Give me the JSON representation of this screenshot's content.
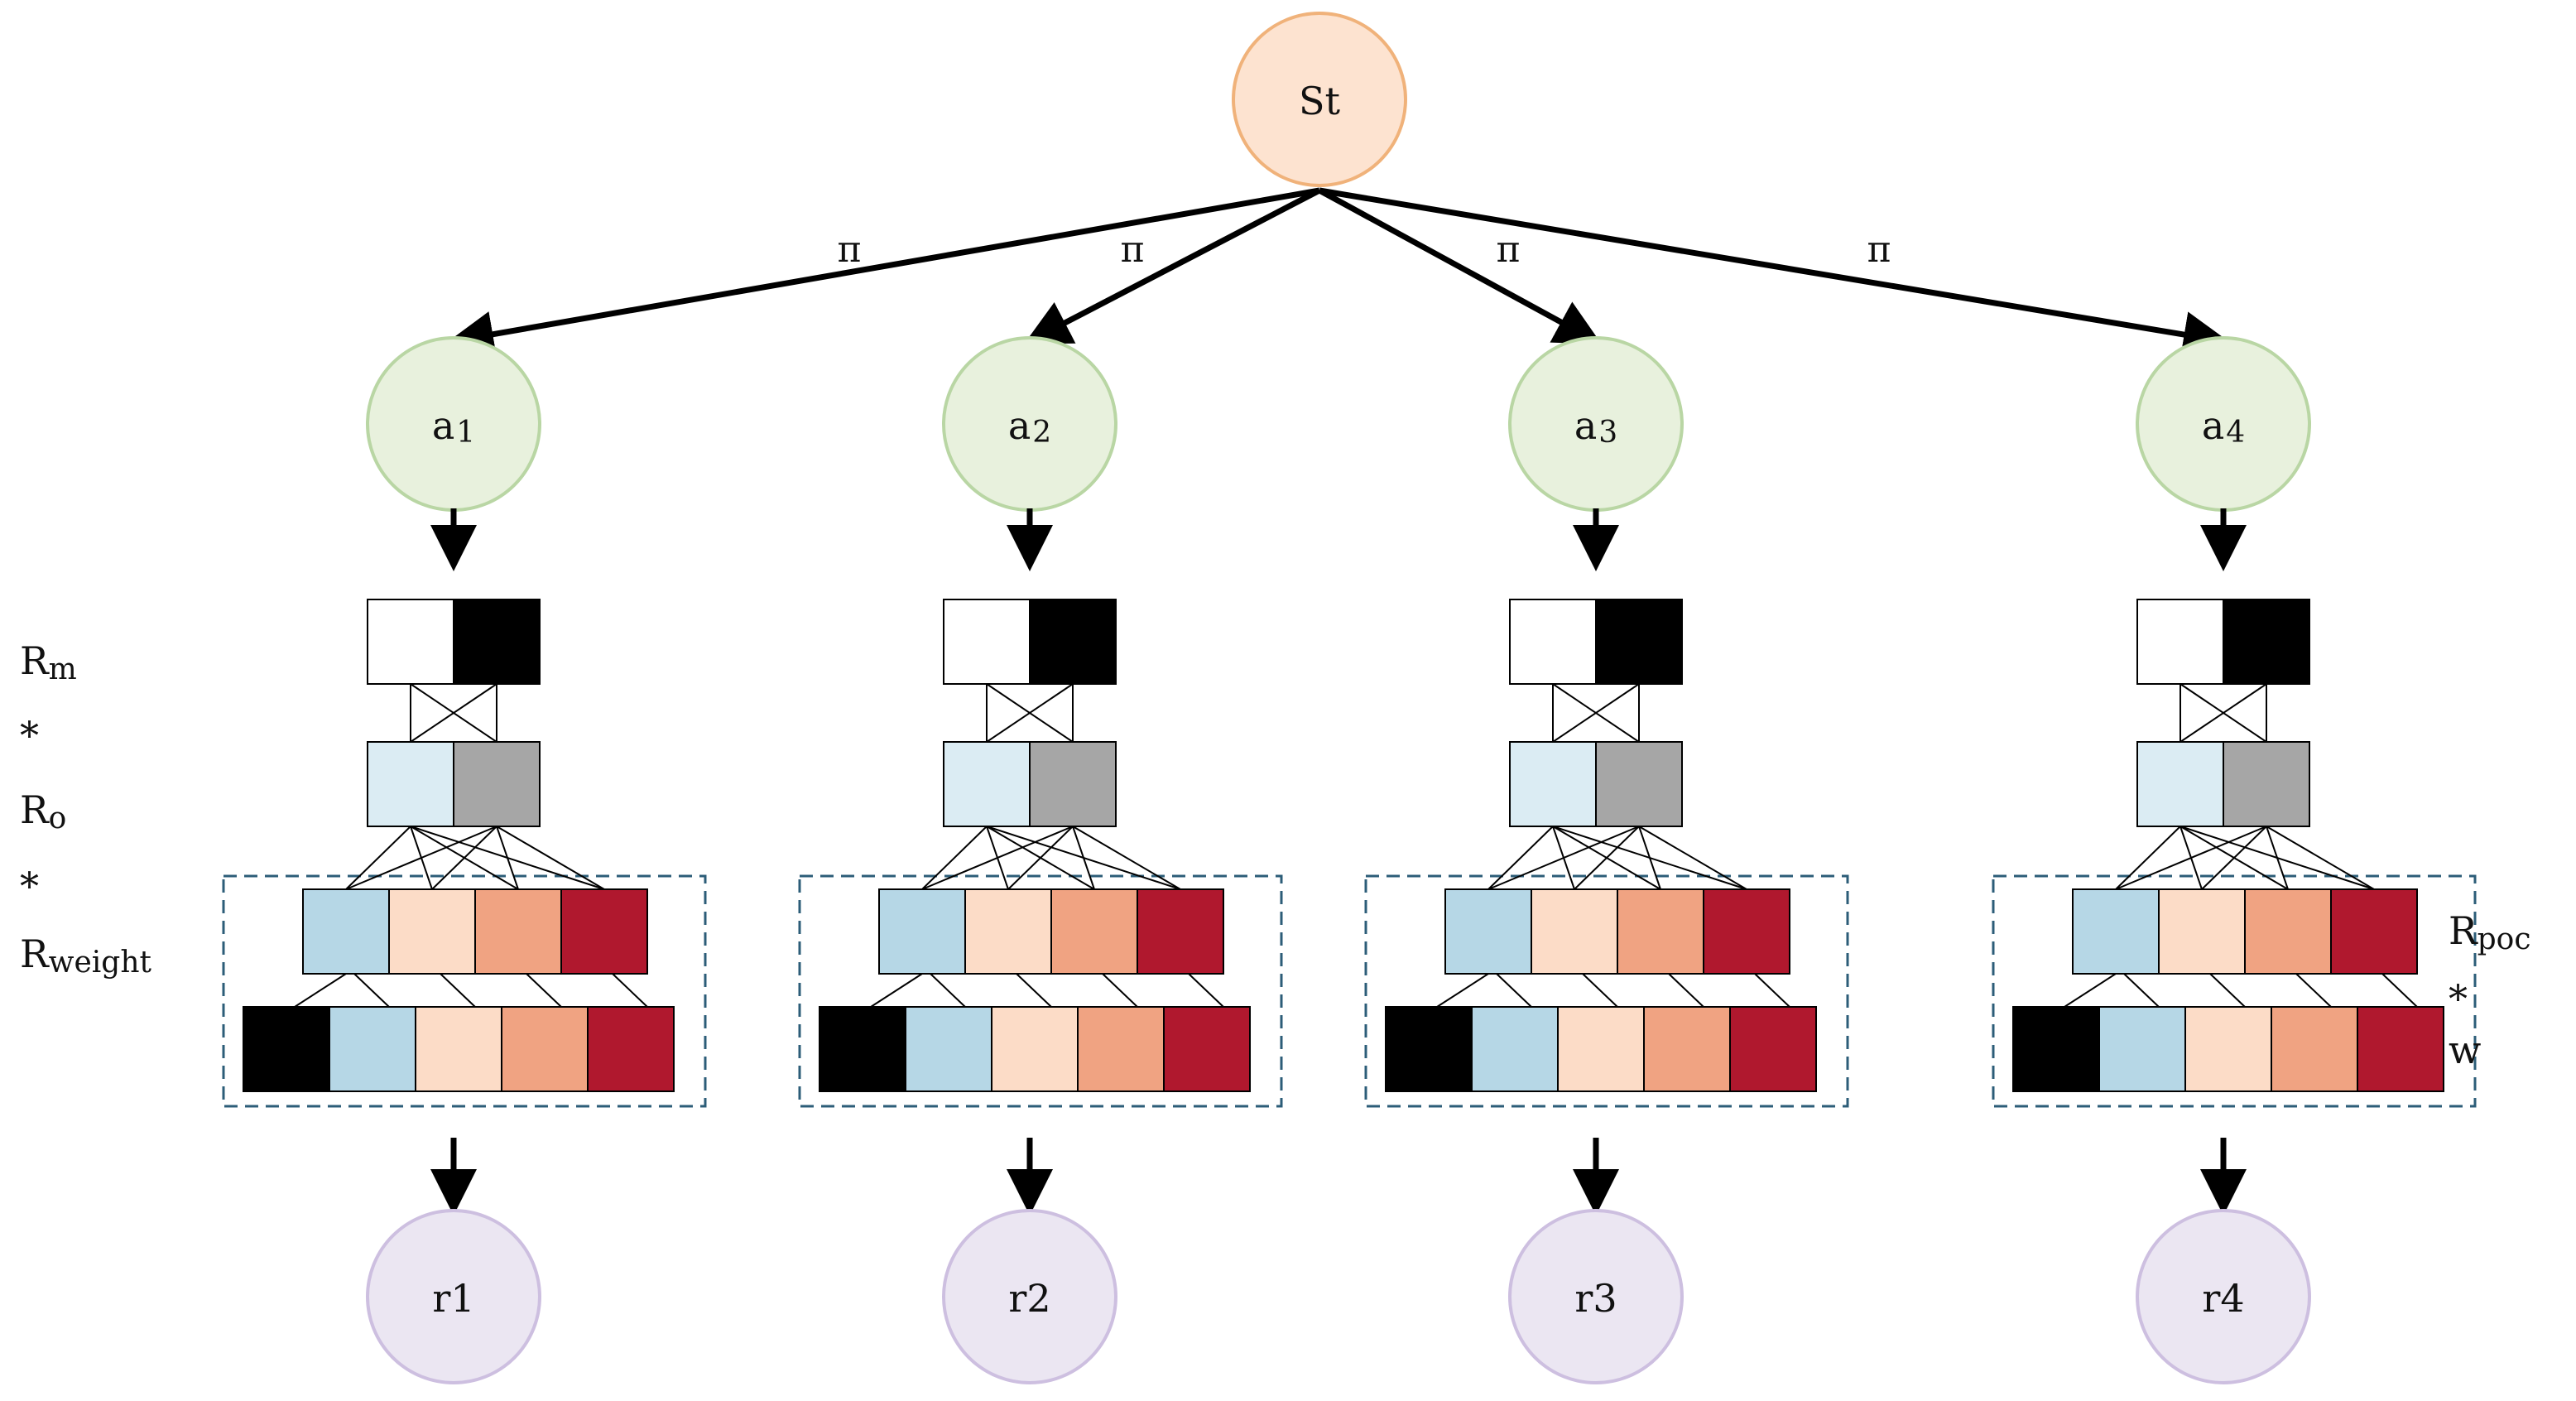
{
  "root": {
    "label": "St",
    "fill": "#fde3d0",
    "stroke": "#f0b27a"
  },
  "edge_label": "π",
  "actions": [
    {
      "main": "a",
      "sub": "1"
    },
    {
      "main": "a",
      "sub": "2"
    },
    {
      "main": "a",
      "sub": "3"
    },
    {
      "main": "a",
      "sub": "4"
    }
  ],
  "rewards": [
    "r1",
    "r2",
    "r3",
    "r4"
  ],
  "action_style": {
    "fill": "#e8f1dd",
    "stroke": "#b9d6a4"
  },
  "reward_style": {
    "fill": "#ebe6f2",
    "stroke": "#cdbfe0"
  },
  "left_formula": [
    {
      "main": "R",
      "sub": "m"
    },
    {
      "main": "*",
      "sub": ""
    },
    {
      "main": "R",
      "sub": "o"
    },
    {
      "main": "*",
      "sub": ""
    },
    {
      "main": "R",
      "sub": "weight"
    }
  ],
  "right_formula": [
    {
      "main": "R",
      "sub": "poc"
    },
    {
      "main": "*",
      "sub": ""
    },
    {
      "main": "w",
      "sub": ""
    }
  ],
  "colors": {
    "white": "#ffffff",
    "black": "#000000",
    "light_blue": "#dbecf3",
    "gray": "#a6a6a6",
    "blue": "#b6d7e6",
    "peach": "#fcdcc7",
    "salmon": "#f0a382",
    "crimson": "#b0182e",
    "dashed_border": "#2c5d78"
  },
  "block_rows": {
    "top": [
      "white",
      "black"
    ],
    "second": [
      "light_blue",
      "gray"
    ],
    "third": [
      "blue",
      "peach",
      "salmon",
      "crimson"
    ],
    "bottom": [
      "black",
      "blue",
      "peach",
      "salmon",
      "crimson"
    ]
  }
}
